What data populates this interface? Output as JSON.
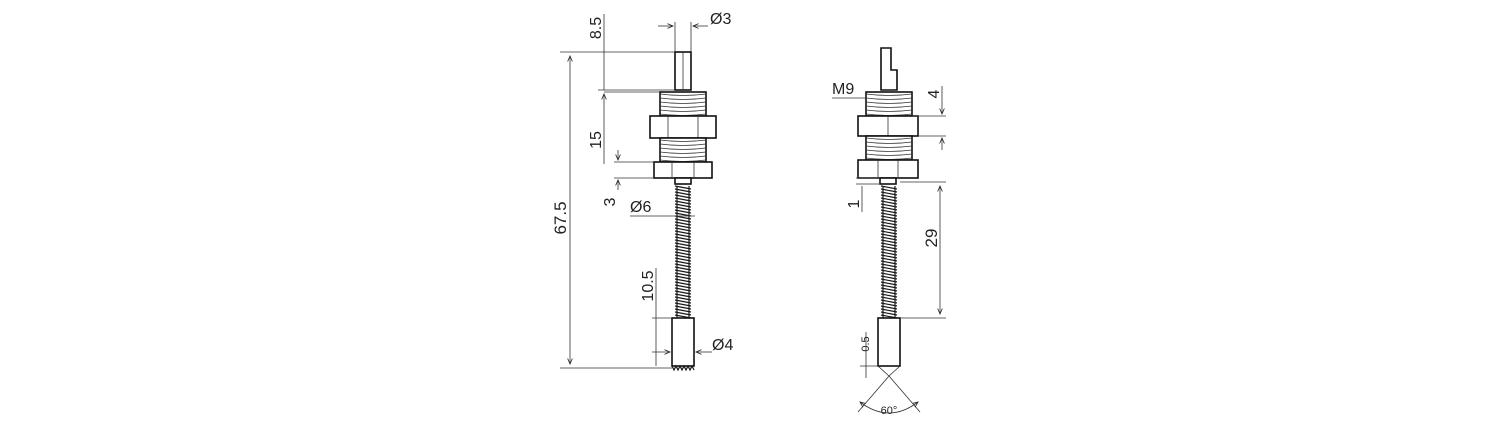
{
  "left_view": {
    "dims": {
      "overall_length": "67.5",
      "pin_length": "8.5",
      "pin_diameter": "Ø3",
      "thread_length": "15",
      "nut_height": "3",
      "spring_diameter": "Ø6",
      "tip_length": "10.5",
      "tip_diameter": "Ø4"
    }
  },
  "right_view": {
    "dims": {
      "thread_size": "M9",
      "nut_thickness": "4",
      "gap": "1",
      "spring_length": "29",
      "tip_gap": "0.5",
      "tip_angle": "60°"
    }
  }
}
